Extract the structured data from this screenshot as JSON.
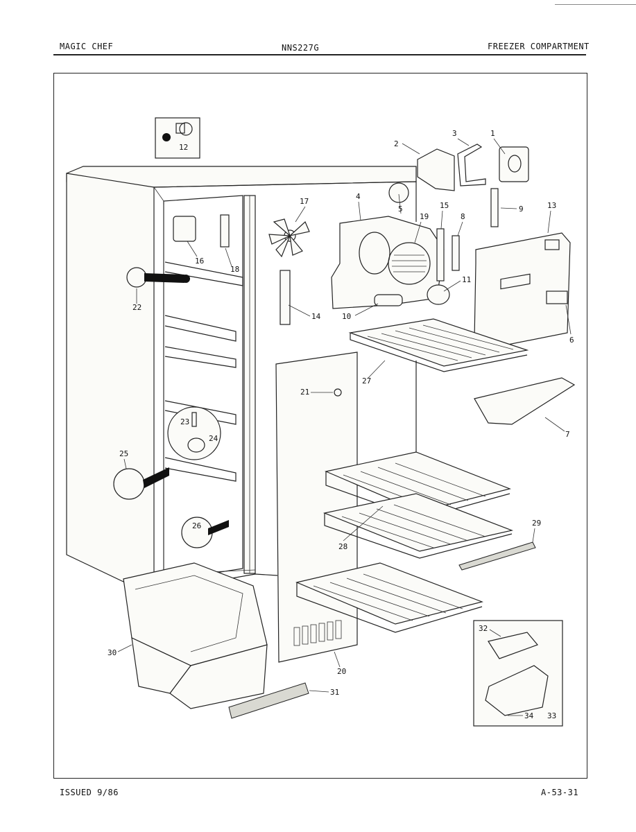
{
  "header": {
    "brand": "MAGIC CHEF",
    "model": "NNS227G",
    "section": "FREEZER COMPARTMENT"
  },
  "footer": {
    "issued": "ISSUED 9/86",
    "page_code": "A-53-31"
  },
  "callouts": [
    "1",
    "2",
    "3",
    "4",
    "5",
    "6",
    "7",
    "8",
    "9",
    "10",
    "11",
    "12",
    "13",
    "14",
    "15",
    "16",
    "17",
    "18",
    "19",
    "20",
    "21",
    "22",
    "23",
    "24",
    "25",
    "26",
    "27",
    "28",
    "29",
    "30",
    "31",
    "32",
    "33",
    "34"
  ]
}
